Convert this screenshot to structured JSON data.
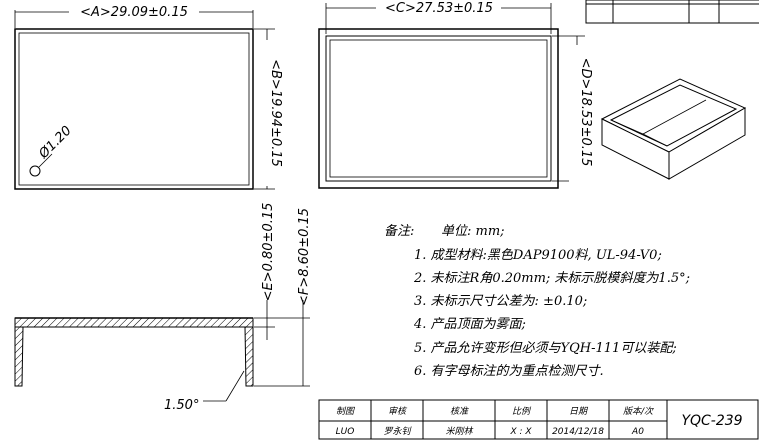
{
  "dimensions": {
    "a": "<A>29.09±0.15",
    "b": "<B>19.94±0.15",
    "c": "<C>27.53±0.15",
    "d": "<D>18.53±0.15",
    "e": "<E>0.80±0.15",
    "f": "<F>8.60±0.15",
    "hole": "Ø1.20",
    "angle": "1.50°"
  },
  "notes": {
    "heading": "备注:",
    "unit": "单位: mm;",
    "items": [
      "1. 成型材料:黑色DAP9100料, UL-94-V0;",
      "2. 未标注R角0.20mm; 未标示脱模斜度为1.5°;",
      "3. 未标示尺寸公差为: ±0.10;",
      "4. 产品顶面为雾面;",
      "5. 产品允许变形但必须与YQH-111可以装配;",
      "6. 有字母标注的为重点检测尺寸."
    ]
  },
  "title_block": {
    "headers": [
      "制图",
      "审核",
      "核准",
      "比例",
      "日期",
      "版本/次"
    ],
    "values": [
      "LUO",
      "罗永钊",
      "米刚林",
      "X : X",
      "2014/12/18",
      "A0"
    ],
    "drawing_no": "YQC-239"
  }
}
